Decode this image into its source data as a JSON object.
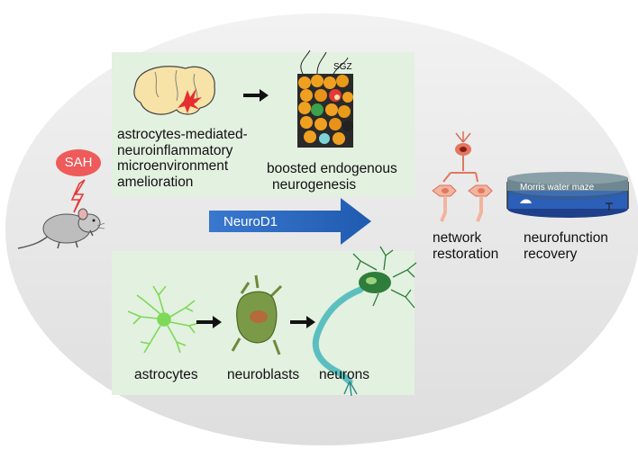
{
  "colors": {
    "background_ellipse": "#e8e8e8",
    "panel_green": "#e3f1e0",
    "arrow_blue": "#2f6cc2",
    "sah_red": "#ef5a5a",
    "astrocyte_green": "#7ed957",
    "neuron_green": "#2e7d3a"
  },
  "icons": [
    "mouse-icon",
    "lightning-icon",
    "brain-icon",
    "sgz-tissue-icon",
    "astrocyte-icon",
    "neuroblast-icon",
    "neuron-icon",
    "neuron-network-icon",
    "water-maze-icon"
  ],
  "sah_label": "SAH",
  "neurod1_label": "NeuroD1",
  "top_panel": {
    "microenv_lines": [
      "astrocytes-mediated-",
      "neuroinflammatory",
      "microenvironment",
      "amelioration"
    ],
    "sgz_label": "SGZ",
    "neurogenesis_lines": [
      "boosted endogenous",
      "neurogenesis"
    ]
  },
  "bottom_panel": {
    "astrocytes_label": "astrocytes",
    "neuroblasts_label": "neuroblasts",
    "neurons_label": "neurons"
  },
  "network_lines": [
    "network",
    "restoration"
  ],
  "maze_label": "Morris water maze",
  "recovery_lines": [
    "neurofunction",
    "recovery"
  ]
}
